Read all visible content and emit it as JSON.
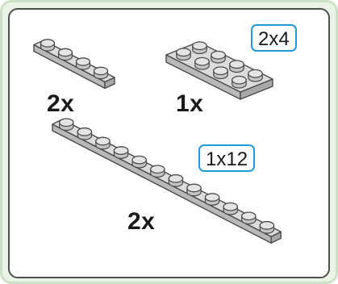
{
  "instruction": {
    "title": "",
    "colors": {
      "frame": "#eaf4e6",
      "plate_top": "#dcdcdc",
      "plate_side": "#b9b9b9",
      "plate_stroke": "#4a4a4a",
      "tag_border": "#1f9bdd"
    },
    "parts": [
      {
        "id": "plate-1x4",
        "quantity": "2x",
        "size_label": "",
        "studs": "1x4"
      },
      {
        "id": "plate-2x4",
        "quantity": "1x",
        "size_label": "2x4",
        "studs": "2x4"
      },
      {
        "id": "plate-1x12",
        "quantity": "2x",
        "size_label": "1x12",
        "studs": "1x12"
      }
    ]
  }
}
